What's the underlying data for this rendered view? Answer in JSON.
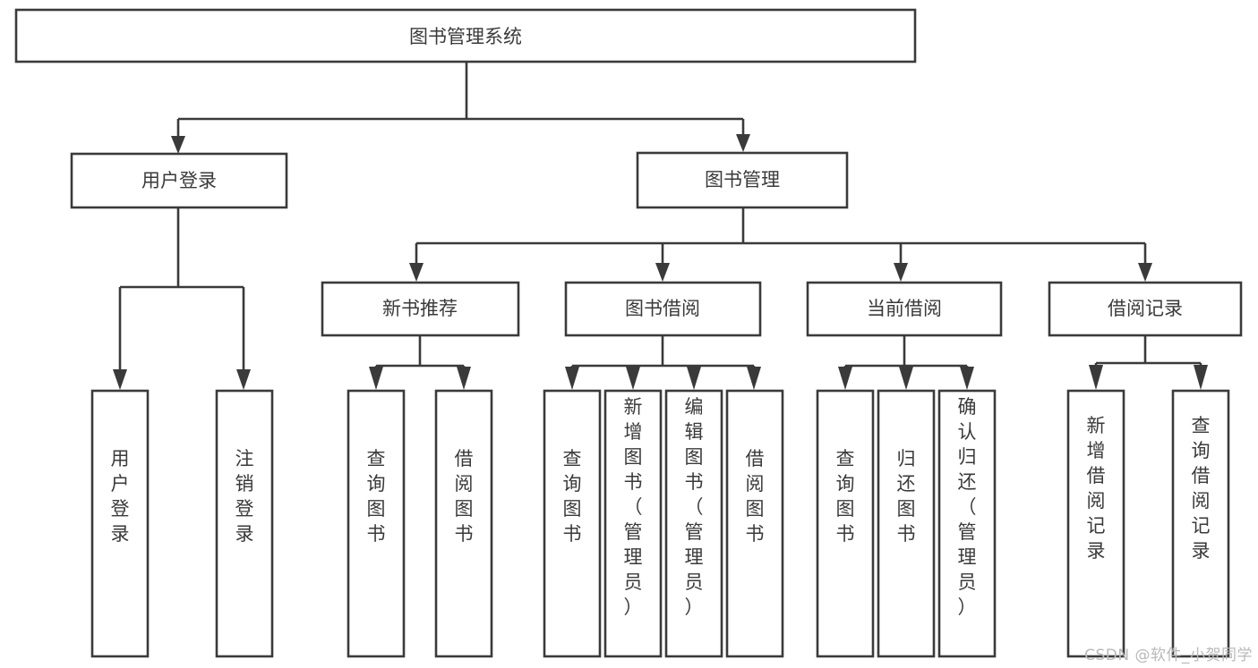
{
  "diagram": {
    "type": "tree-hierarchy",
    "title": "图书管理系统",
    "watermark": "CSDN @软件_小贺同学",
    "colors": {
      "stroke": "#3a3a3a",
      "fill": "#ffffff",
      "text": "#3a3a3a",
      "watermark": "#b9b9b9"
    },
    "levels": [
      {
        "level": 0,
        "nodes": [
          {
            "id": "root",
            "label": "图书管理系统",
            "orientation": "horizontal"
          }
        ]
      },
      {
        "level": 1,
        "nodes": [
          {
            "id": "user-login",
            "label": "用户登录",
            "orientation": "horizontal",
            "parent": "root"
          },
          {
            "id": "book-manage",
            "label": "图书管理",
            "orientation": "horizontal",
            "parent": "root"
          }
        ]
      },
      {
        "level": 2,
        "nodes": [
          {
            "id": "new-book-rec",
            "label": "新书推荐",
            "orientation": "horizontal",
            "parent": "book-manage"
          },
          {
            "id": "book-borrow",
            "label": "图书借阅",
            "orientation": "horizontal",
            "parent": "book-manage"
          },
          {
            "id": "current-borrow",
            "label": "当前借阅",
            "orientation": "horizontal",
            "parent": "book-manage"
          },
          {
            "id": "borrow-record",
            "label": "借阅记录",
            "orientation": "horizontal",
            "parent": "book-manage"
          }
        ]
      },
      {
        "level": 3,
        "nodes": [
          {
            "id": "leaf-user-login",
            "label": "用户登录",
            "orientation": "vertical",
            "parent": "user-login"
          },
          {
            "id": "leaf-logout",
            "label": "注销登录",
            "orientation": "vertical",
            "parent": "user-login"
          },
          {
            "id": "leaf-query-book-1",
            "label": "查询图书",
            "orientation": "vertical",
            "parent": "new-book-rec"
          },
          {
            "id": "leaf-borrow-book-1",
            "label": "借阅图书",
            "orientation": "vertical",
            "parent": "new-book-rec"
          },
          {
            "id": "leaf-query-book-2",
            "label": "查询图书",
            "orientation": "vertical",
            "parent": "book-borrow"
          },
          {
            "id": "leaf-add-book",
            "label": "新增图书（管理员）",
            "orientation": "vertical",
            "parent": "book-borrow"
          },
          {
            "id": "leaf-edit-book",
            "label": "编辑图书（管理员）",
            "orientation": "vertical",
            "parent": "book-borrow"
          },
          {
            "id": "leaf-borrow-book-2",
            "label": "借阅图书",
            "orientation": "vertical",
            "parent": "book-borrow"
          },
          {
            "id": "leaf-query-book-3",
            "label": "查询图书",
            "orientation": "vertical",
            "parent": "current-borrow"
          },
          {
            "id": "leaf-return-book",
            "label": "归还图书",
            "orientation": "vertical",
            "parent": "current-borrow"
          },
          {
            "id": "leaf-confirm-return",
            "label": "确认归还（管理员）",
            "orientation": "vertical",
            "parent": "current-borrow"
          },
          {
            "id": "leaf-add-record",
            "label": "新增借阅记录",
            "orientation": "vertical",
            "parent": "borrow-record"
          },
          {
            "id": "leaf-query-record",
            "label": "查询借阅记录",
            "orientation": "vertical",
            "parent": "borrow-record"
          }
        ]
      }
    ]
  },
  "nodes": {
    "root": "图书管理系统",
    "user_login": "用户登录",
    "book_manage": "图书管理",
    "new_book_rec": "新书推荐",
    "book_borrow": "图书借阅",
    "current_borrow": "当前借阅",
    "borrow_record": "借阅记录",
    "leaf_user_login": "用户登录",
    "leaf_logout": "注销登录",
    "leaf_query_book_1": "查询图书",
    "leaf_borrow_book_1": "借阅图书",
    "leaf_query_book_2": "查询图书",
    "leaf_add_book": "新增图书（管理员）",
    "leaf_edit_book": "编辑图书（管理员）",
    "leaf_borrow_book_2": "借阅图书",
    "leaf_query_book_3": "查询图书",
    "leaf_return_book": "归还图书",
    "leaf_confirm_return": "确认归还（管理员）",
    "leaf_add_record": "新增借阅记录",
    "leaf_query_record": "查询借阅记录"
  },
  "watermark": {
    "text": "CSDN @软件_小贺同学"
  }
}
